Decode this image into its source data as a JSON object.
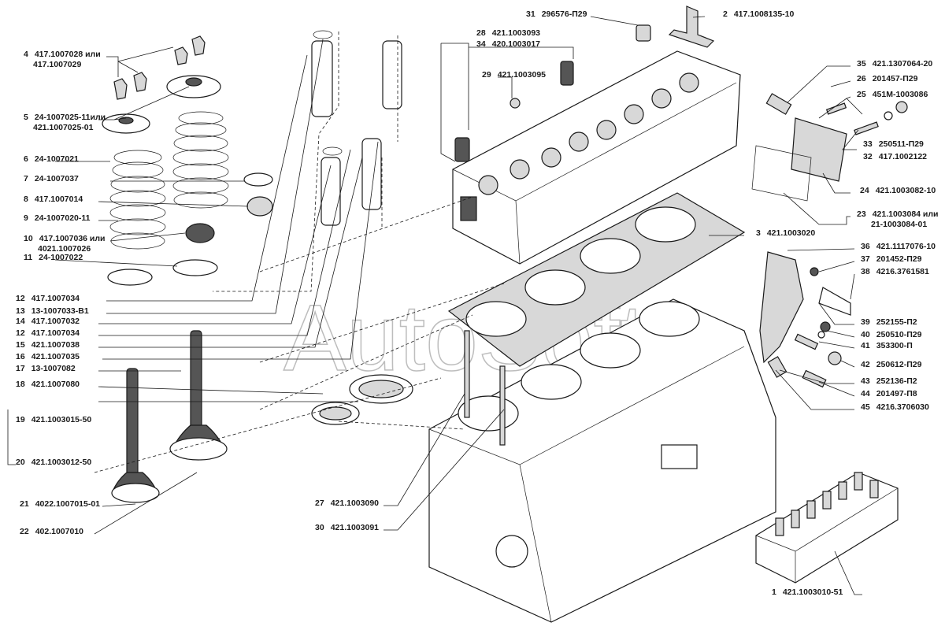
{
  "watermark": "AutoSoft",
  "callouts": [
    {
      "num": "4",
      "code": "417.1007028 или",
      "code2": "417.1007029"
    },
    {
      "num": "5",
      "code": "24-1007025-11или",
      "code2": "421.1007025-01"
    },
    {
      "num": "6",
      "code": "24-1007021"
    },
    {
      "num": "7",
      "code": "24-1007037"
    },
    {
      "num": "8",
      "code": "417.1007014"
    },
    {
      "num": "9",
      "code": "24-1007020-11"
    },
    {
      "num": "10",
      "code": "417.1007036 или",
      "code2": "4021.1007026"
    },
    {
      "num": "11",
      "code": "24-1007022"
    },
    {
      "num": "12",
      "code": "417.1007034"
    },
    {
      "num": "13",
      "code": "13-1007033-В1"
    },
    {
      "num": "14",
      "code": "417.1007032"
    },
    {
      "num": "12",
      "code": "417.1007034"
    },
    {
      "num": "15",
      "code": "421.1007038"
    },
    {
      "num": "16",
      "code": "421.1007035"
    },
    {
      "num": "17",
      "code": "13-1007082"
    },
    {
      "num": "18",
      "code": "421.1007080"
    },
    {
      "num": "19",
      "code": "421.1003015-50"
    },
    {
      "num": "20",
      "code": "421.1003012-50"
    },
    {
      "num": "21",
      "code": "4022.1007015-01"
    },
    {
      "num": "22",
      "code": "402.1007010"
    },
    {
      "num": "31",
      "code": "296576-П29"
    },
    {
      "num": "28",
      "code": "421.1003093"
    },
    {
      "num": "34",
      "code": "420.1003017"
    },
    {
      "num": "29",
      "code": "421.1003095"
    },
    {
      "num": "2",
      "code": "417.1008135-10"
    },
    {
      "num": "35",
      "code": "421.1307064-20"
    },
    {
      "num": "26",
      "code": "201457-П29"
    },
    {
      "num": "25",
      "code": "451М-1003086"
    },
    {
      "num": "33",
      "code": "250511-П29"
    },
    {
      "num": "32",
      "code": "417.1002122"
    },
    {
      "num": "24",
      "code": "421.1003082-10"
    },
    {
      "num": "23",
      "code": "421.1003084 или",
      "code2": "21-1003084-01"
    },
    {
      "num": "3",
      "code": "421.1003020"
    },
    {
      "num": "36",
      "code": "421.1117076-10"
    },
    {
      "num": "37",
      "code": "201452-П29"
    },
    {
      "num": "38",
      "code": "4216.3761581"
    },
    {
      "num": "39",
      "code": "252155-П2"
    },
    {
      "num": "40",
      "code": "250510-П29"
    },
    {
      "num": "41",
      "code": "353300-П"
    },
    {
      "num": "42",
      "code": "250612-П29"
    },
    {
      "num": "43",
      "code": "252136-П2"
    },
    {
      "num": "44",
      "code": "201497-П8"
    },
    {
      "num": "45",
      "code": "4216.3706030"
    },
    {
      "num": "27",
      "code": "421.1003090"
    },
    {
      "num": "30",
      "code": "421.1003091"
    },
    {
      "num": "1",
      "code": "421.1003010-51"
    }
  ]
}
